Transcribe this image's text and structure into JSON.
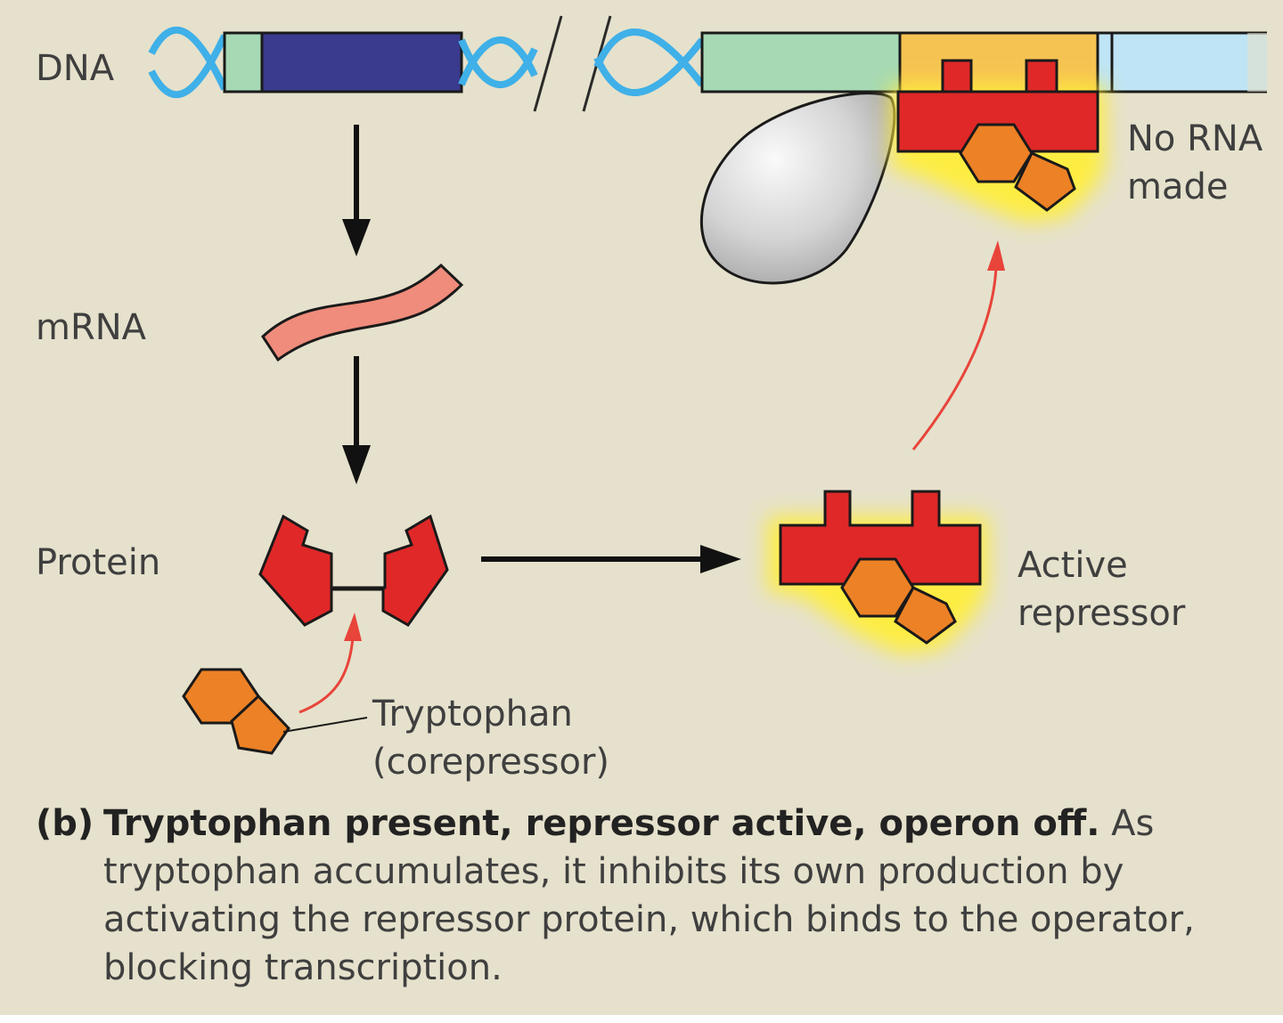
{
  "labels": {
    "dna": "DNA",
    "mrna": "mRNA",
    "protein": "Protein",
    "no_rna": [
      "No RNA",
      "made"
    ],
    "active_repressor": [
      "Active",
      "repressor"
    ],
    "tryptophan": [
      "Tryptophan",
      "(corepressor)"
    ]
  },
  "caption": {
    "tag": "(b)",
    "title": "Tryptophan present, repressor active, operon off.",
    "text": " As tryptophan accumulates, it inhibits its own production by activating the repressor protein, which binds to the operator, blocking transcription."
  },
  "colors": {
    "background": "#e5e1cc",
    "dna_helix": "#3fb0e8",
    "promoter_green": "#a6d9b4",
    "trpR_gene": "#3a3a8e",
    "operator": "#f5c352",
    "trp_genes": "#bfe4f5",
    "repressor": "#e02828",
    "tryptophan": "#ec8125",
    "mrna": "#ef8c7c",
    "rna_polymerase": "#d9d9d9",
    "glow": "#ffee3a",
    "red_arrow": "#e8443a",
    "black_arrow": "#111111"
  }
}
